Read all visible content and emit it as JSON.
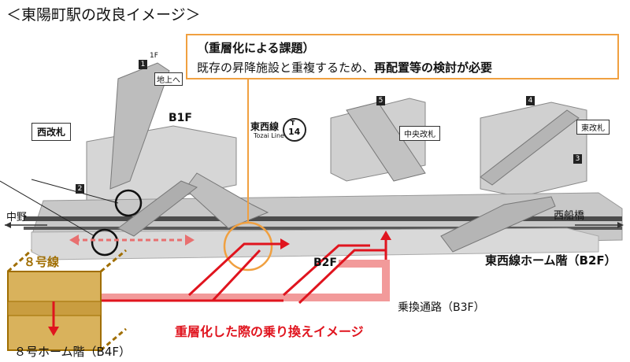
{
  "title": "＜東陽町駅の改良イメージ＞",
  "issue": {
    "heading": "（重層化による課題）",
    "body_prefix": "既存の昇降施設と重複するため、",
    "body_emphasis": "再配置等の検討が必要"
  },
  "floors": {
    "b1f": "B1F",
    "b2f": "B2F",
    "f1": "1F",
    "to_ground": "地上へ"
  },
  "gates": {
    "west": "西改札",
    "central": "中央改札",
    "east": "東改札"
  },
  "exits": [
    "1",
    "2",
    "3",
    "4",
    "5"
  ],
  "line_badge": {
    "name_jp": "東西線",
    "name_en": "Tozai Line",
    "letter": "T",
    "number": "14"
  },
  "directions": {
    "west": "中野",
    "east": "西船橋"
  },
  "platforms": {
    "tozai": "東西線ホーム階（B2F）",
    "transfer": "乗換通路（B3F）",
    "line8_platform": "８号ホーム階（B4F）",
    "line8_name": "８号線"
  },
  "caption": "重層化した際の乗り換えイメージ",
  "colors": {
    "accent_orange": "#f0a040",
    "transfer_red": "#e0141e",
    "transfer_pink": "#f29a9a",
    "line8_gold": "#d9b25c",
    "line8_border": "#a06e00",
    "station_gray": "#c8c8c8"
  }
}
